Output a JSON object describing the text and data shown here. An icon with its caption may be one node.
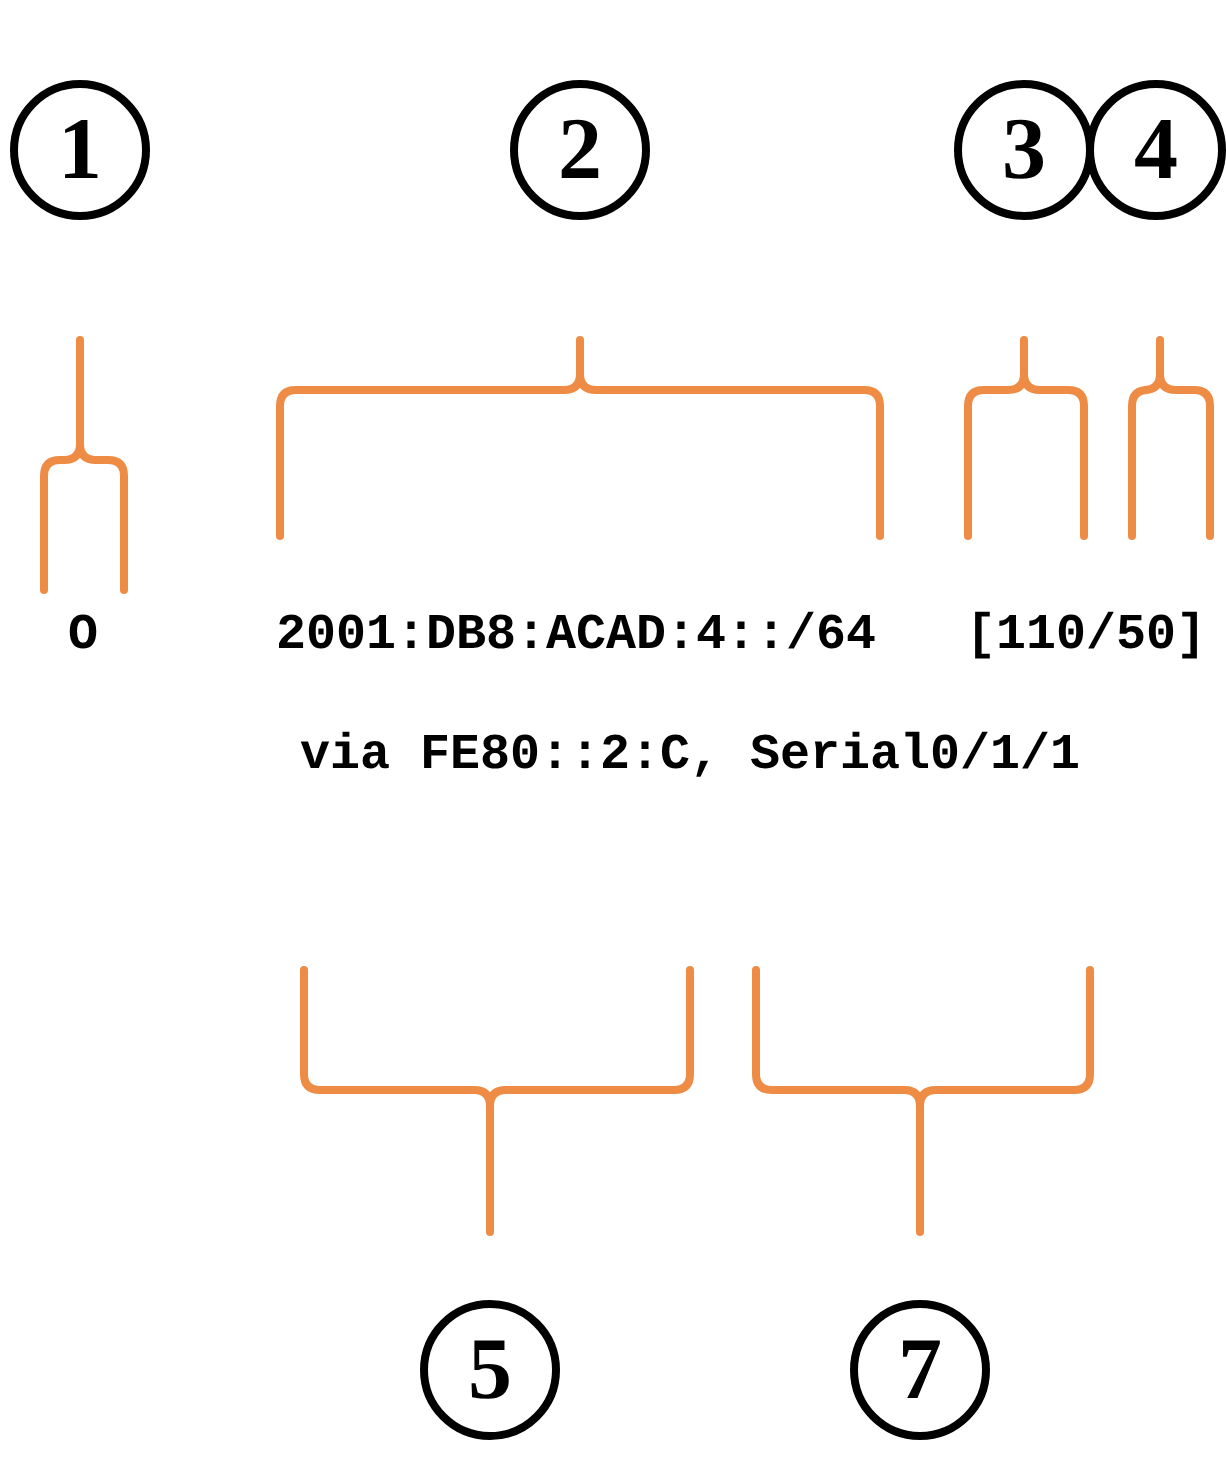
{
  "diagram": {
    "nodes": [
      {
        "text": [
          "1"
        ]
      },
      {
        "text": [
          "2"
        ]
      },
      {
        "text": [
          "3"
        ]
      },
      {
        "text": [
          "4"
        ]
      },
      {
        "text": [
          "5"
        ]
      },
      {
        "text": [
          "7"
        ]
      }
    ],
    "labels": [
      "O",
      "2001:DB8:ACAD:4::/64",
      "[110/50]",
      "via FE80::2:C,",
      "Serial0/1/1"
    ]
  }
}
